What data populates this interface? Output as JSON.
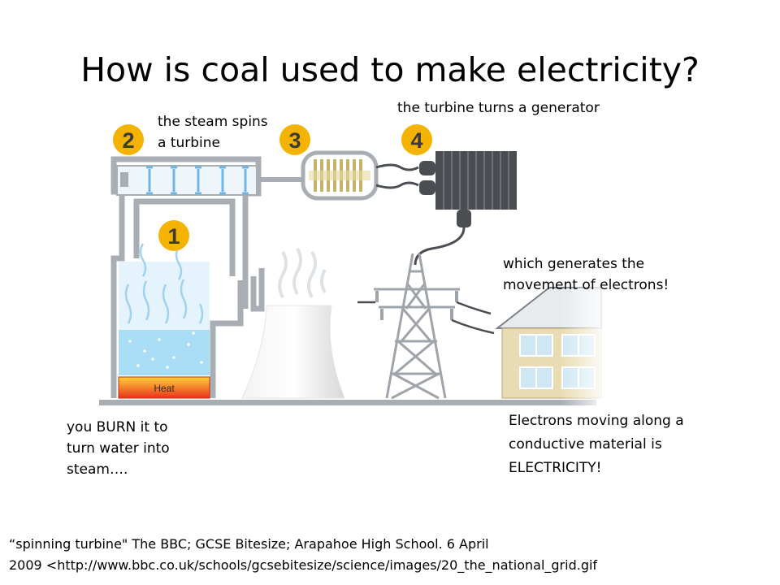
{
  "title": "How is coal used to make electricity?",
  "steps": [
    {
      "number": "1",
      "label": "you BURN it to\nturn water into\nsteam…."
    },
    {
      "number": "2",
      "label": "the steam spins\na turbine"
    },
    {
      "number": "3",
      "label": ""
    },
    {
      "number": "4",
      "label": "the turbine turns a generator"
    }
  ],
  "heat_label": "Heat",
  "movement_label": "which generates the\nmovement of electrons!",
  "electricity_label": "Electrons moving along a\nconductive material is\nELECTRICITY!",
  "citation": "“spinning turbine\" The BBC; GCSE Bitesize;  Arapahoe High School.  6 April\n2009  <http://www.bbc.co.uk/schools/gcsebitesize/science/images/20_the_national_grid.gif",
  "colors": {
    "step_circle": "#f5b301",
    "pipe": "#a8aeb4",
    "water": "#a9dcf5",
    "heat_top": "#ffd23a",
    "heat_bottom": "#e8331c",
    "generator": "#4a4e52"
  }
}
